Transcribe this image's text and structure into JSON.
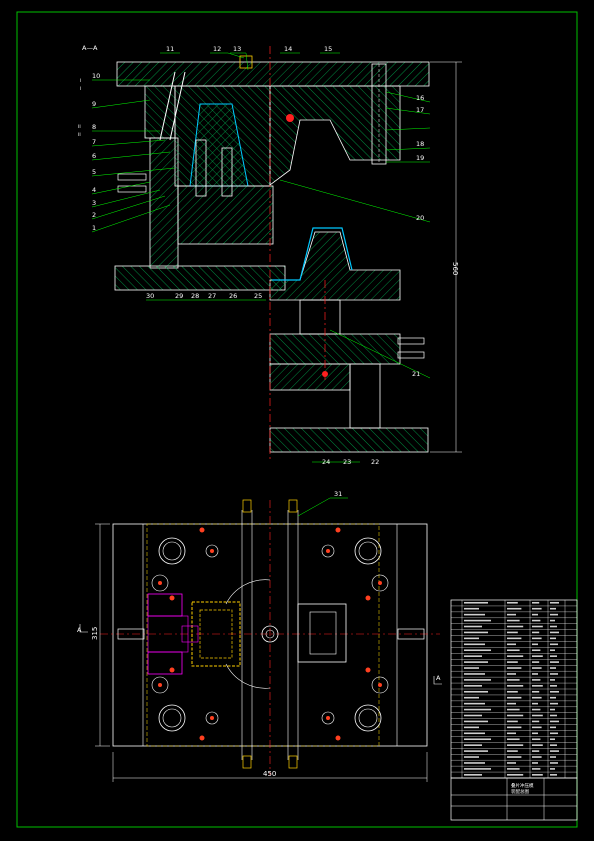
{
  "drawing": {
    "section_label": "A—A",
    "view_mark_left": "A",
    "view_mark_right": "A",
    "section_i_top": "I",
    "section_i_bottom": "I",
    "section_ii_top": "II",
    "section_ii_bottom": "II"
  },
  "part_callouts": {
    "left": [
      "10",
      "9",
      "8",
      "7",
      "6",
      "5",
      "4",
      "3",
      "2",
      "1"
    ],
    "top": [
      "11",
      "12",
      "13",
      "14",
      "15"
    ],
    "right": [
      "16",
      "17",
      "18",
      "19",
      "20",
      "21"
    ],
    "bottom_section": [
      "30",
      "29",
      "28",
      "27",
      "26",
      "25"
    ],
    "bottom_right": [
      "24",
      "23",
      "22"
    ],
    "plan": "31"
  },
  "dimensions": {
    "overall_height": "560",
    "plate_width": "450",
    "plate_depth": "315"
  },
  "title_block": {
    "project_line1": "叠片冲压模",
    "project_line2": "装配总图"
  },
  "colors": {
    "background": "#000000",
    "outline": "#ffffff",
    "hatch": "#00b050",
    "center_line": "#ff2020",
    "hidden_line": "#e0c000",
    "border": "#00c000",
    "cavity": "#00c8ff",
    "ejector": "#ff00ff"
  }
}
